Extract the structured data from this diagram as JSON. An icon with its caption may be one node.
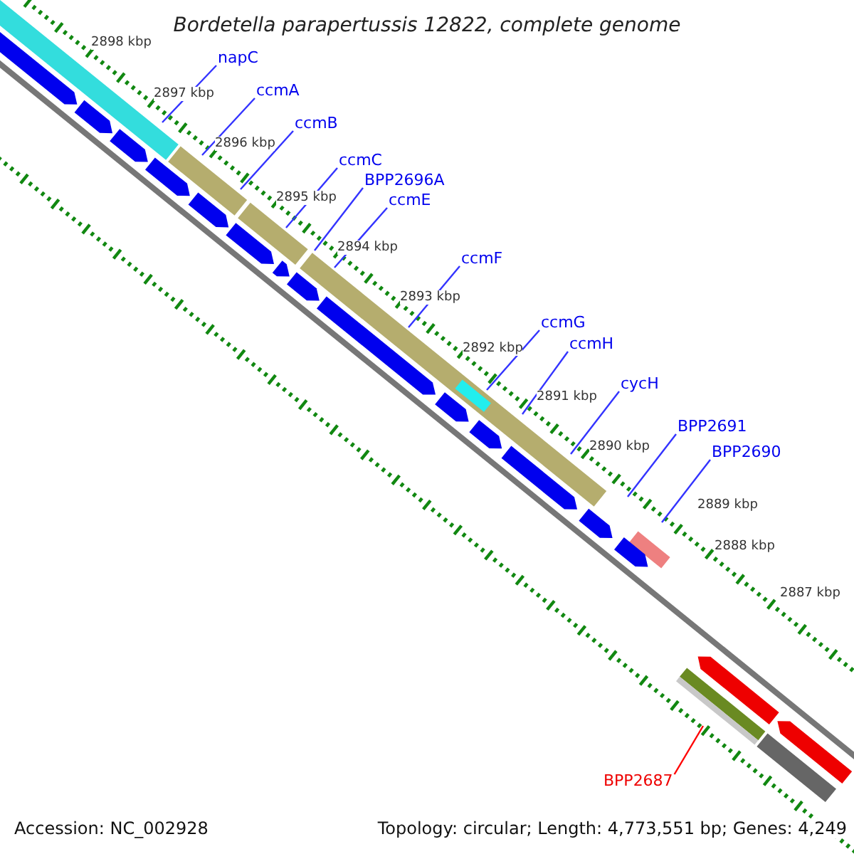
{
  "diagram": {
    "title": "Bordetella parapertussis 12822, complete genome",
    "nodes": [
      {
        "text": [
          "napC"
        ]
      },
      {
        "text": [
          "ccmA"
        ]
      },
      {
        "text": [
          "ccmB"
        ]
      },
      {
        "text": [
          "ccmC"
        ]
      },
      {
        "text": [
          "BPP2696A"
        ]
      },
      {
        "text": [
          "ccmE"
        ]
      },
      {
        "text": [
          "ccmF"
        ]
      },
      {
        "text": [
          "ccmG"
        ]
      },
      {
        "text": [
          "ccmH"
        ]
      },
      {
        "text": [
          "cycH"
        ]
      },
      {
        "text": [
          "BPP2691"
        ]
      },
      {
        "text": [
          "BPP2690"
        ]
      },
      {
        "text": [
          "BPP2687"
        ]
      }
    ],
    "edges": [
      {
        "from": 0,
        "to": null,
        "arrow": "none"
      },
      {
        "from": 1,
        "to": null,
        "arrow": "none"
      },
      {
        "from": 2,
        "to": null,
        "arrow": "none"
      },
      {
        "from": 3,
        "to": null,
        "arrow": "none"
      },
      {
        "from": 4,
        "to": null,
        "arrow": "none"
      },
      {
        "from": 5,
        "to": null,
        "arrow": "none"
      },
      {
        "from": 6,
        "to": null,
        "arrow": "none"
      },
      {
        "from": 7,
        "to": null,
        "arrow": "none"
      },
      {
        "from": 8,
        "to": null,
        "arrow": "none"
      },
      {
        "from": 9,
        "to": null,
        "arrow": "none"
      },
      {
        "from": 10,
        "to": null,
        "arrow": "none"
      },
      {
        "from": 11,
        "to": null,
        "arrow": "none"
      },
      {
        "from": 12,
        "to": null,
        "arrow": "none",
        "color": "#ff0000"
      }
    ],
    "labels": [
      "2898 kbp",
      "2897 kbp",
      "2896 kbp",
      "2895 kbp",
      "2894 kbp",
      "2893 kbp",
      "2892 kbp",
      "2891 kbp",
      "2890 kbp",
      "2889 kbp",
      "2888 kbp",
      "2887 kbp",
      "Accession: NC_002928",
      "Topology: circular; Length: 4,773,551 bp; Genes: 4,249"
    ]
  }
}
